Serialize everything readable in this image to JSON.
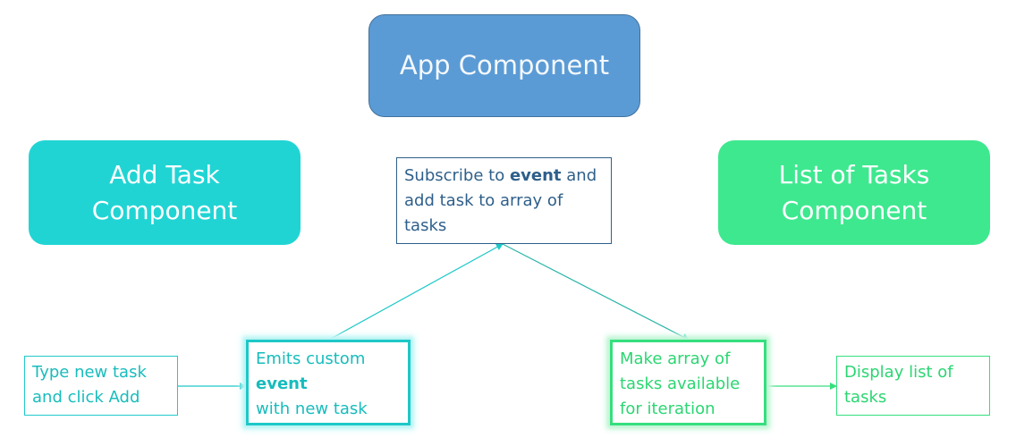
{
  "app_component": {
    "label": "App Component"
  },
  "add_task_component": {
    "line1": "Add Task",
    "line2": "Component"
  },
  "list_tasks_component": {
    "line1": "List of Tasks",
    "line2": "Component"
  },
  "subscribe_note": {
    "pre": "Subscribe to ",
    "bold": "event",
    "post": " and",
    "line2": "add task to array of",
    "line3": "tasks"
  },
  "type_note": {
    "line1": "Type new task",
    "line2": "and click Add"
  },
  "emit_note": {
    "line1": "Emits custom",
    "bold": "event",
    "line3": "with new task"
  },
  "make_note": {
    "line1": "Make array of",
    "line2": "tasks available",
    "line3": "for iteration"
  },
  "display_note": {
    "line1": "Display list of",
    "line2": "tasks"
  },
  "colors": {
    "app": "#5b9bd5",
    "add": "#21d4d4",
    "list": "#3ee88f",
    "note_blue": "#2e5f8a",
    "cyan": "#1ec8c8",
    "green": "#35df7e"
  }
}
